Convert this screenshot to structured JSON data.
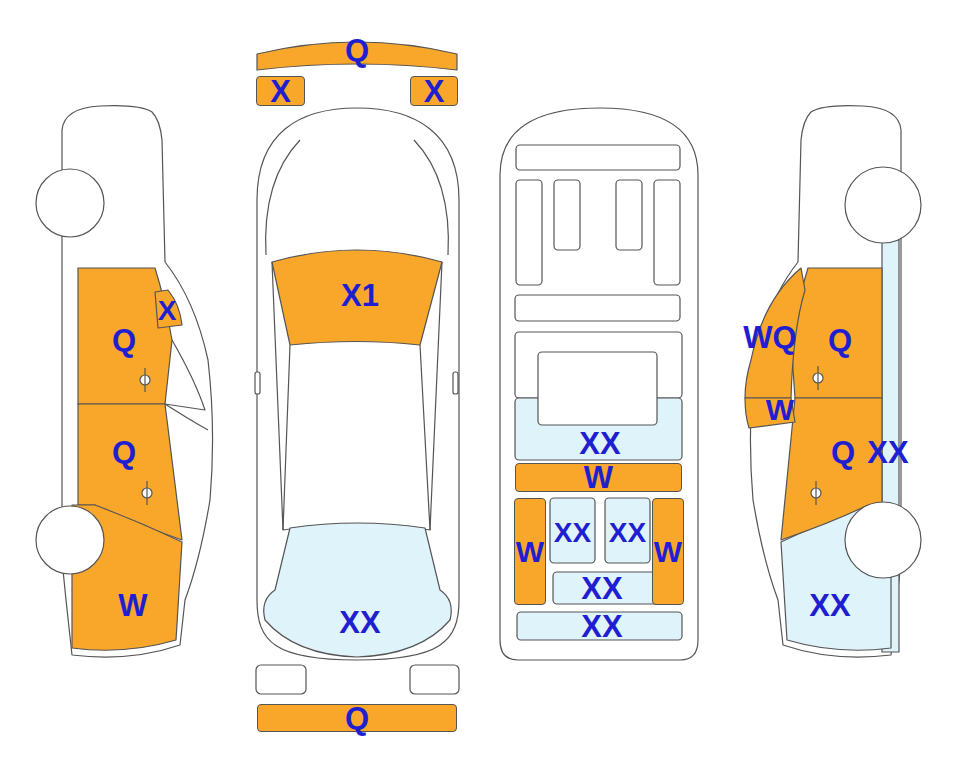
{
  "diagram": {
    "nodes": [
      {
        "text": [
          "Q"
        ]
      },
      {
        "text": [
          "X"
        ]
      },
      {
        "text": [
          "X"
        ]
      },
      {
        "text": [
          "Q"
        ]
      },
      {
        "text": [
          "X"
        ]
      },
      {
        "text": [
          "Q"
        ]
      },
      {
        "text": [
          "W"
        ]
      },
      {
        "text": [
          "X1"
        ]
      },
      {
        "text": [
          "XX"
        ]
      },
      {
        "text": [
          "Q"
        ]
      },
      {
        "text": [
          "XX"
        ]
      },
      {
        "text": [
          "W"
        ]
      },
      {
        "text": [
          "W"
        ]
      },
      {
        "text": [
          "XX"
        ]
      },
      {
        "text": [
          "XX"
        ]
      },
      {
        "text": [
          "W"
        ]
      },
      {
        "text": [
          "XX"
        ]
      },
      {
        "text": [
          "XX"
        ]
      },
      {
        "text": [
          "WQ"
        ]
      },
      {
        "text": [
          "Q"
        ]
      },
      {
        "text": [
          "W"
        ]
      },
      {
        "text": [
          "Q"
        ]
      },
      {
        "text": [
          "XX"
        ]
      },
      {
        "text": [
          "XX"
        ]
      }
    ]
  }
}
